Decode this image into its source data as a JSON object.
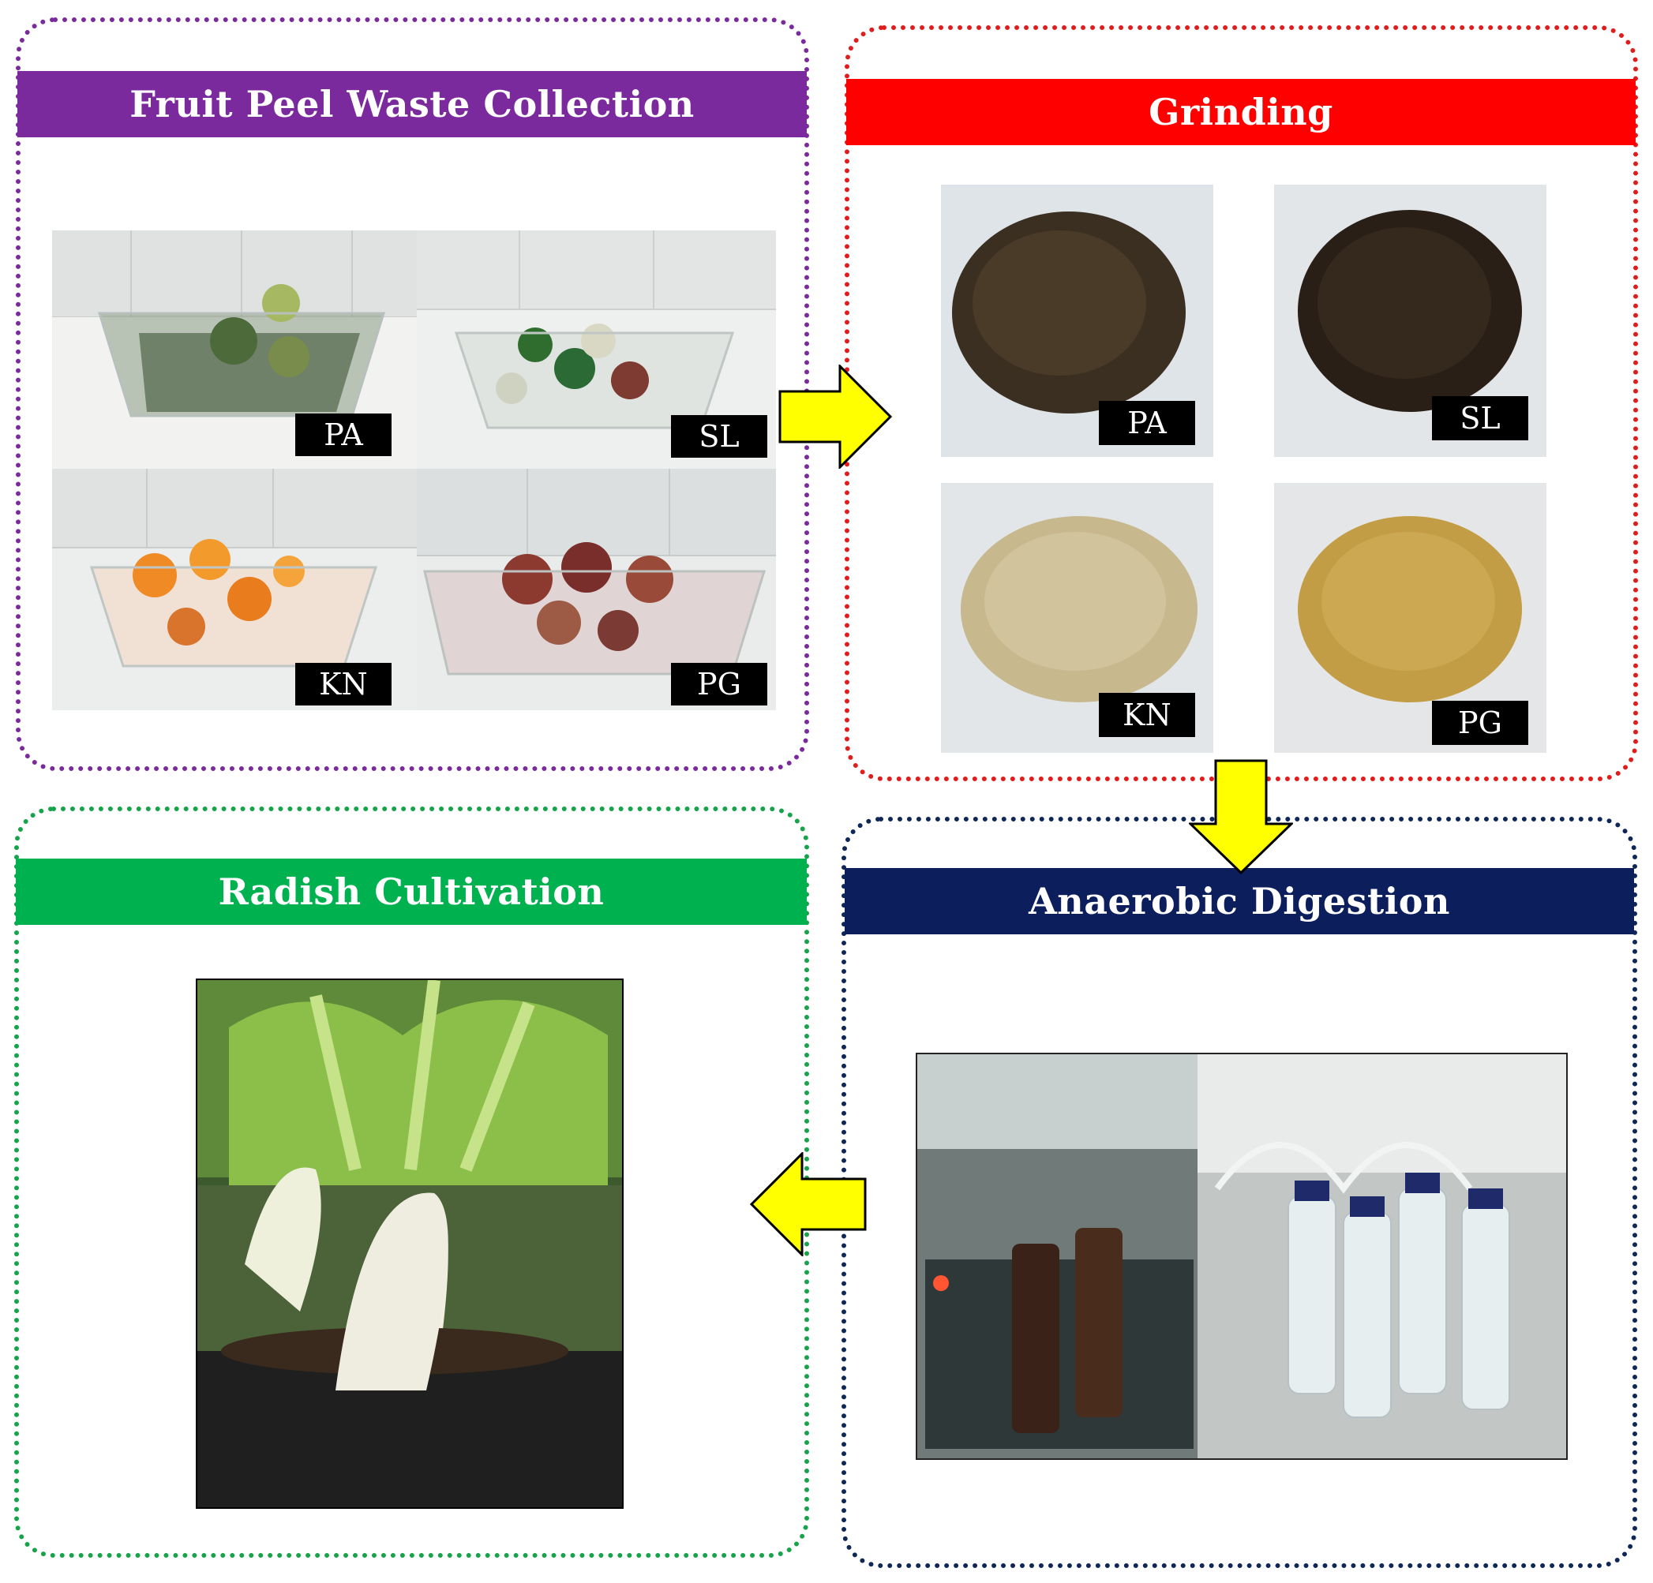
{
  "panels": {
    "collection": {
      "title": "Fruit Peel Waste Collection",
      "color": "#7b2a9e"
    },
    "grinding": {
      "title": "Grinding",
      "color": "#fe0000"
    },
    "cultivation": {
      "title": "Radish Cultivation",
      "color": "#00b14f"
    },
    "digestion": {
      "title": "Anaerobic Digestion",
      "color": "#0c1f5c"
    }
  },
  "samples": {
    "pa": "PA",
    "sl": "SL",
    "kn": "KN",
    "pg": "PG"
  },
  "arrow_color": "#ffff00"
}
